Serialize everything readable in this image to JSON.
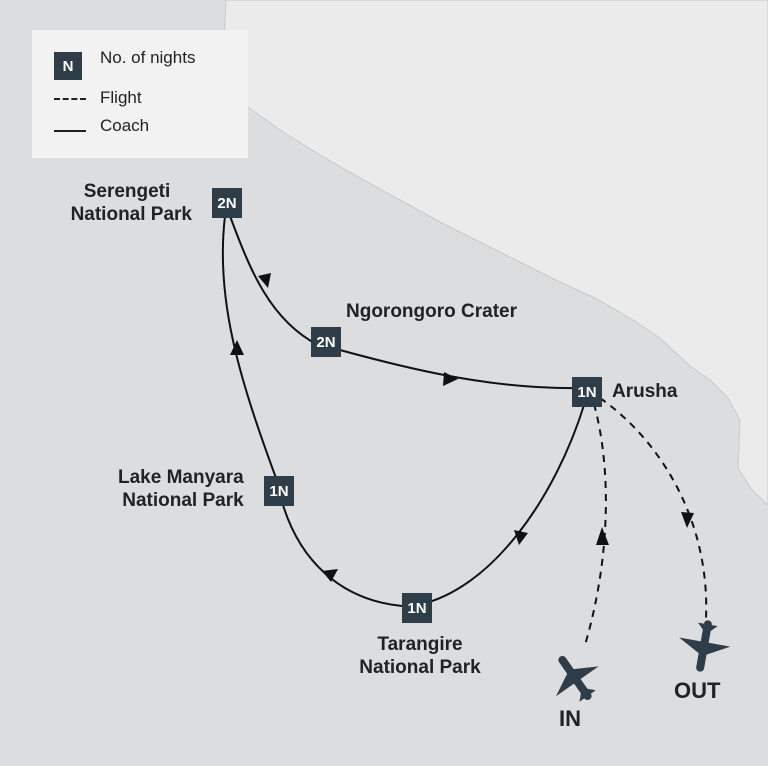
{
  "legend": {
    "key_box": "N",
    "nights_label": "No. of nights",
    "flight_label": "Flight",
    "coach_label": "Coach"
  },
  "stops": {
    "serengeti": {
      "name_line1": "Serengeti",
      "name_line2": "National Park",
      "nights": "2N"
    },
    "ngorongoro": {
      "name": "Ngorongoro Crater",
      "nights": "2N"
    },
    "arusha": {
      "name": "Arusha",
      "nights": "1N"
    },
    "manyara": {
      "name_line1": "Lake Manyara",
      "name_line2": "National Park",
      "nights": "1N"
    },
    "tarangire": {
      "name_line1": "Tarangire",
      "name_line2": "National Park",
      "nights": "1N"
    }
  },
  "flights": {
    "in_label": "IN",
    "out_label": "OUT",
    "icon": "airplane-icon"
  },
  "colors": {
    "land": "#dcdddf",
    "sea": "#ebebeb",
    "marker": "#2e3d47",
    "route": "#111111"
  }
}
